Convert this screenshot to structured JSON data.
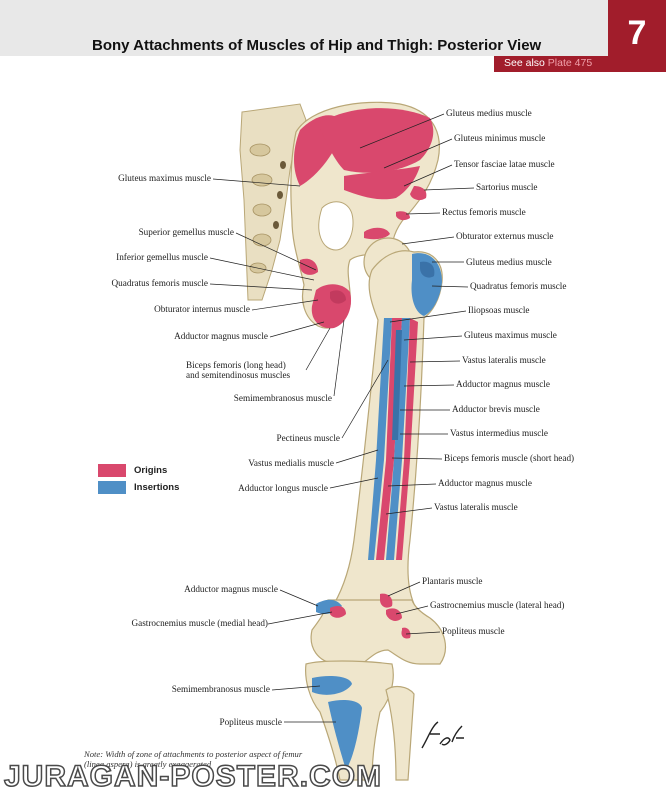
{
  "header": {
    "title": "Bony Attachments of Muscles of Hip and Thigh: Posterior View",
    "plate_number": "7",
    "see_also_prefix": "See also",
    "see_also_plate": "Plate 475"
  },
  "colors": {
    "origins": "#d9486d",
    "insertions": "#4f8fc6",
    "bone": "#efe6cc",
    "bone_shadow": "#d7c9a1",
    "header_band": "#e8e8e8",
    "tab": "#a11d2b"
  },
  "legend": {
    "origins": "Origins",
    "insertions": "Insertions"
  },
  "labels_left": [
    "Gluteus maximus muscle",
    "Superior gemellus muscle",
    "Inferior gemellus muscle",
    "Quadratus femoris muscle",
    "Obturator internus muscle",
    "Adductor magnus muscle",
    "Biceps femoris (long head)",
    "and semitendinosus muscles",
    "Semimembranosus muscle",
    "Pectineus muscle",
    "Vastus medialis muscle",
    "Adductor longus muscle",
    "Adductor magnus muscle",
    "Gastrocnemius muscle (medial head)",
    "Semimembranosus muscle",
    "Popliteus muscle"
  ],
  "labels_right": [
    "Gluteus medius muscle",
    "Gluteus minimus muscle",
    "Tensor fasciae latae muscle",
    "Sartorius muscle",
    "Rectus femoris muscle",
    "Obturator externus muscle",
    "Gluteus medius muscle",
    "Quadratus femoris muscle",
    "Iliopsoas muscle",
    "Gluteus maximus muscle",
    "Vastus lateralis muscle",
    "Adductor magnus muscle",
    "Adductor brevis muscle",
    "Vastus intermedius muscle",
    "Biceps femoris muscle (short head)",
    "Adductor magnus muscle",
    "Vastus lateralis muscle",
    "Plantaris muscle",
    "Gastrocnemius muscle (lateral head)",
    "Popliteus muscle"
  ],
  "note": "Note: Width of zone of attachments to posterior aspect of femur (linea aspera) is greatly exaggerated",
  "watermark": "JURAGAN-POSTER.COM",
  "signature": "F. Netter"
}
